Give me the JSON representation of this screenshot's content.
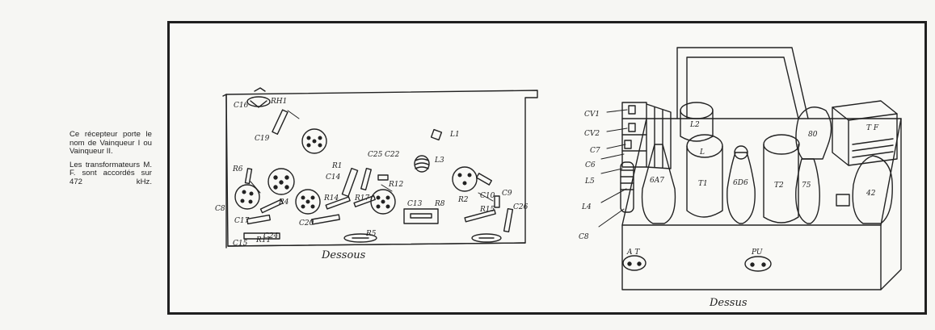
{
  "caption": {
    "p1": "Ce récepteur porte le nom de Vainqueur I ou Vainqueur II.",
    "p2": "Les transformateurs M. F. sont accordés sur 472 kHz."
  },
  "under": {
    "title": "Dessous",
    "labels": {
      "rh1": "RH1",
      "c16": "C16",
      "c19": "C19",
      "l1": "L1",
      "l3": "L3",
      "c25": "C25",
      "c22": "C22",
      "r1": "R1",
      "c14": "C14",
      "r12": "R12",
      "r6": "R6",
      "r2": "R2",
      "c10": "C10",
      "c9": "C9",
      "c26": "C26",
      "c8": "C8",
      "r4": "R4",
      "r14": "R14",
      "r17": "R17",
      "c13": "C13",
      "r8": "R8",
      "c17": "C17",
      "c20": "C20",
      "c24": "C24",
      "r15": "R15",
      "c15": "C15",
      "r11": "R11",
      "r5": "R5"
    }
  },
  "top": {
    "title": "Dessus",
    "labels": {
      "cv1": "CV1",
      "cv2": "CV2",
      "c7": "C7",
      "c6": "C6",
      "l5": "L5",
      "l4": "L4",
      "c8": "C8",
      "l2": "L2",
      "l": "L",
      "t1": "T1",
      "t2": "T2",
      "a7": "6A7",
      "d6": "6D6",
      "v75": "75",
      "v80": "80",
      "v42": "42",
      "tf": "T F",
      "at": "A T",
      "pu": "PU"
    }
  }
}
